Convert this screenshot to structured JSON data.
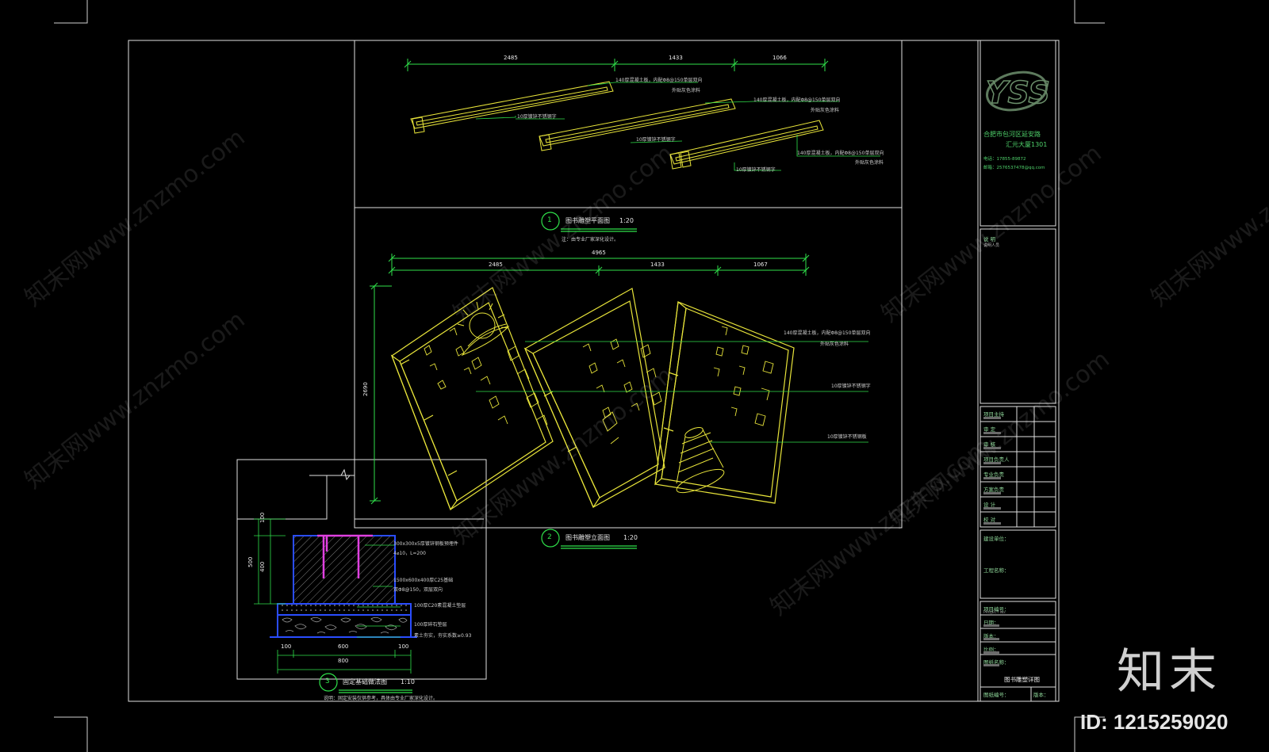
{
  "plan": {
    "title": "图书雕塑平面图",
    "number": "1",
    "scale": "1:20",
    "note": "注：由专业厂家深化设计。",
    "dims": [
      "2485",
      "1433",
      "1066"
    ],
    "callouts": [
      {
        "line1": "140厚混凝土板，内配Φ8@150单层双向",
        "line2": "外贴灰色涂料"
      },
      {
        "line1": "140厚混凝土板，内配Φ8@150单层双向",
        "line2": "外贴灰色涂料"
      },
      {
        "line1": "140厚混凝土板，内配Φ8@150单层双向",
        "line2": "外贴灰色涂料"
      }
    ],
    "steel": [
      "10厚镀锌不锈钢字",
      "10厚镀锌不锈钢字",
      "10厚镀锌不锈钢字"
    ]
  },
  "elevation": {
    "title": "图书雕塑立面图",
    "number": "2",
    "scale": "1:20",
    "total": "4965",
    "dims": [
      "2485",
      "1433",
      "1067"
    ],
    "height": "2690",
    "callouts": [
      "140厚混凝土板，内配Φ8@150单层双向",
      "外贴灰色涂料",
      "10厚镀锌不锈钢字",
      "10厚镀锌不锈钢板"
    ]
  },
  "section": {
    "title": "固定基础做法图",
    "number": "3",
    "scale": "1:10",
    "note": "说明：固定安装仅供参考，具体由专业厂家深化设计。",
    "vdims": [
      "100",
      "400",
      "500"
    ],
    "hdims": [
      "100",
      "600",
      "100"
    ],
    "total": "800",
    "layers": [
      "300x300x5厚镀锌钢板预埋件",
      "4⌀10，L=200",
      "1500x600x400厚C25基础",
      "双Φ8@150，双层双向",
      "100厚C20素混凝土垫层",
      "100厚碎石垫层",
      "素土夯实，夯实系数≥0.93"
    ]
  },
  "titleblock": {
    "logo": "YSS",
    "company_line1": "合肥市包河区延安路",
    "company_line2": "汇元大厦1301",
    "phone": "电话：17855-89872",
    "email": "邮箱：2576537478@qq.com",
    "notes_label": "说 明",
    "notes_sub": "说明人员",
    "roles": [
      "项目主持",
      "审 定",
      "审 核",
      "项目负责人",
      "专业负责",
      "方案负责",
      "设 计",
      "校 对"
    ],
    "client_label": "建设单位：",
    "project_label": "工程名称：",
    "project_no_label": "项目编号：",
    "project_no_sub": "PROJECT No.",
    "date_label": "日期：",
    "version_label": "版本：",
    "scale_label": "比例：",
    "drawing_label": "图纸名称：",
    "drawing_name": "图书雕塑详图",
    "drawing_no_label": "图纸编号：",
    "revision_label": "版本："
  },
  "site": {
    "brand": "知末",
    "id_text": "ID: 1215259020",
    "watermark": "知末网www.znzmo.com"
  }
}
